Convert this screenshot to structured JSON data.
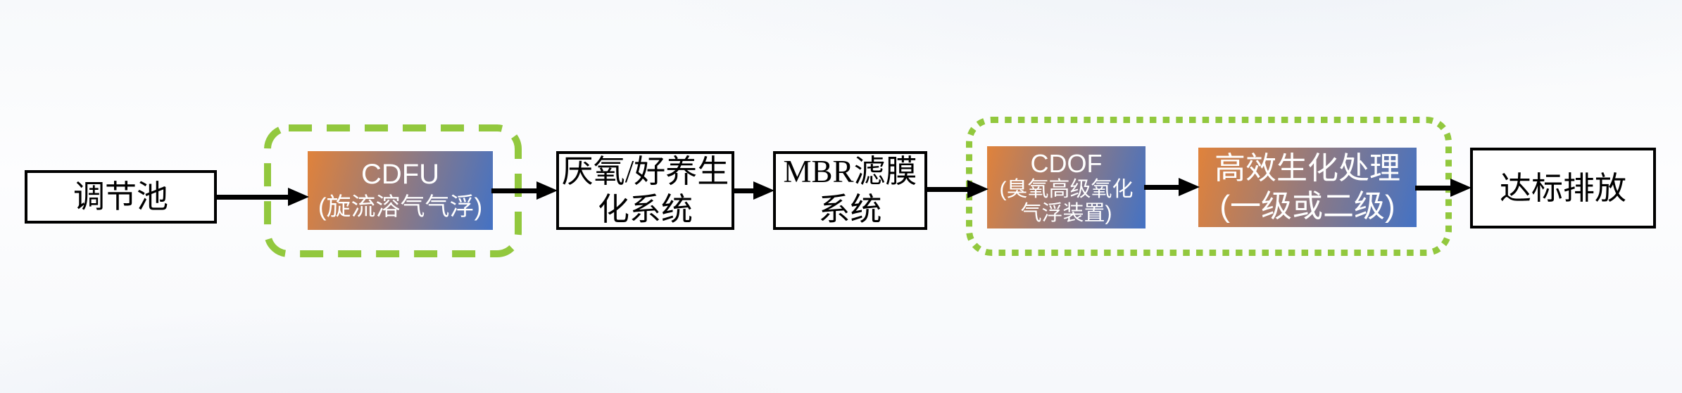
{
  "colors": {
    "gradient_start": "#E0823B",
    "gradient_end": "#4472C4",
    "highlight_green": "#92C83E",
    "box_border": "#000000",
    "arrow_black": "#000000",
    "node_text_dark": "#000000",
    "node_text_light": "#FFFFFF"
  },
  "nodes": [
    {
      "label": "调节池"
    },
    {
      "title": "CDFU",
      "subtitle": "(旋流溶气气浮)"
    },
    {
      "line1": "厌氧/好养生",
      "line2": "化系统"
    },
    {
      "line1": "MBR滤膜",
      "line2": "系统"
    },
    {
      "title": "CDOF",
      "subtitle_line1": "(臭氧高级氧化",
      "subtitle_line2": "气浮装置)"
    },
    {
      "title": "高效生化处理",
      "subtitle": "(一级或二级)"
    },
    {
      "label": "达标排放"
    }
  ]
}
